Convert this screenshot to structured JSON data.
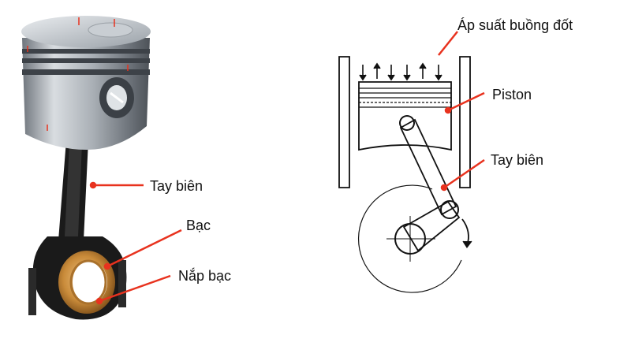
{
  "left_figure": {
    "labels": {
      "connecting_rod": "Tay biên",
      "bearing": "Bạc",
      "bearing_cap": "Nắp bạc"
    }
  },
  "right_figure": {
    "labels": {
      "combustion_pressure": "Áp suất buồng đốt",
      "piston": "Piston",
      "connecting_rod": "Tay biên"
    }
  },
  "colors": {
    "leader_line": "#e8321e",
    "bearing_copper": "#c98b3a",
    "rod_black": "#1a1a1a",
    "piston_silver": "#b7bcc2",
    "sketch_line": "#111111"
  },
  "icons": {
    "pressure_arrows": "up-down-arrow-icons",
    "rotation_arrow": "curved-arrow-icon"
  }
}
